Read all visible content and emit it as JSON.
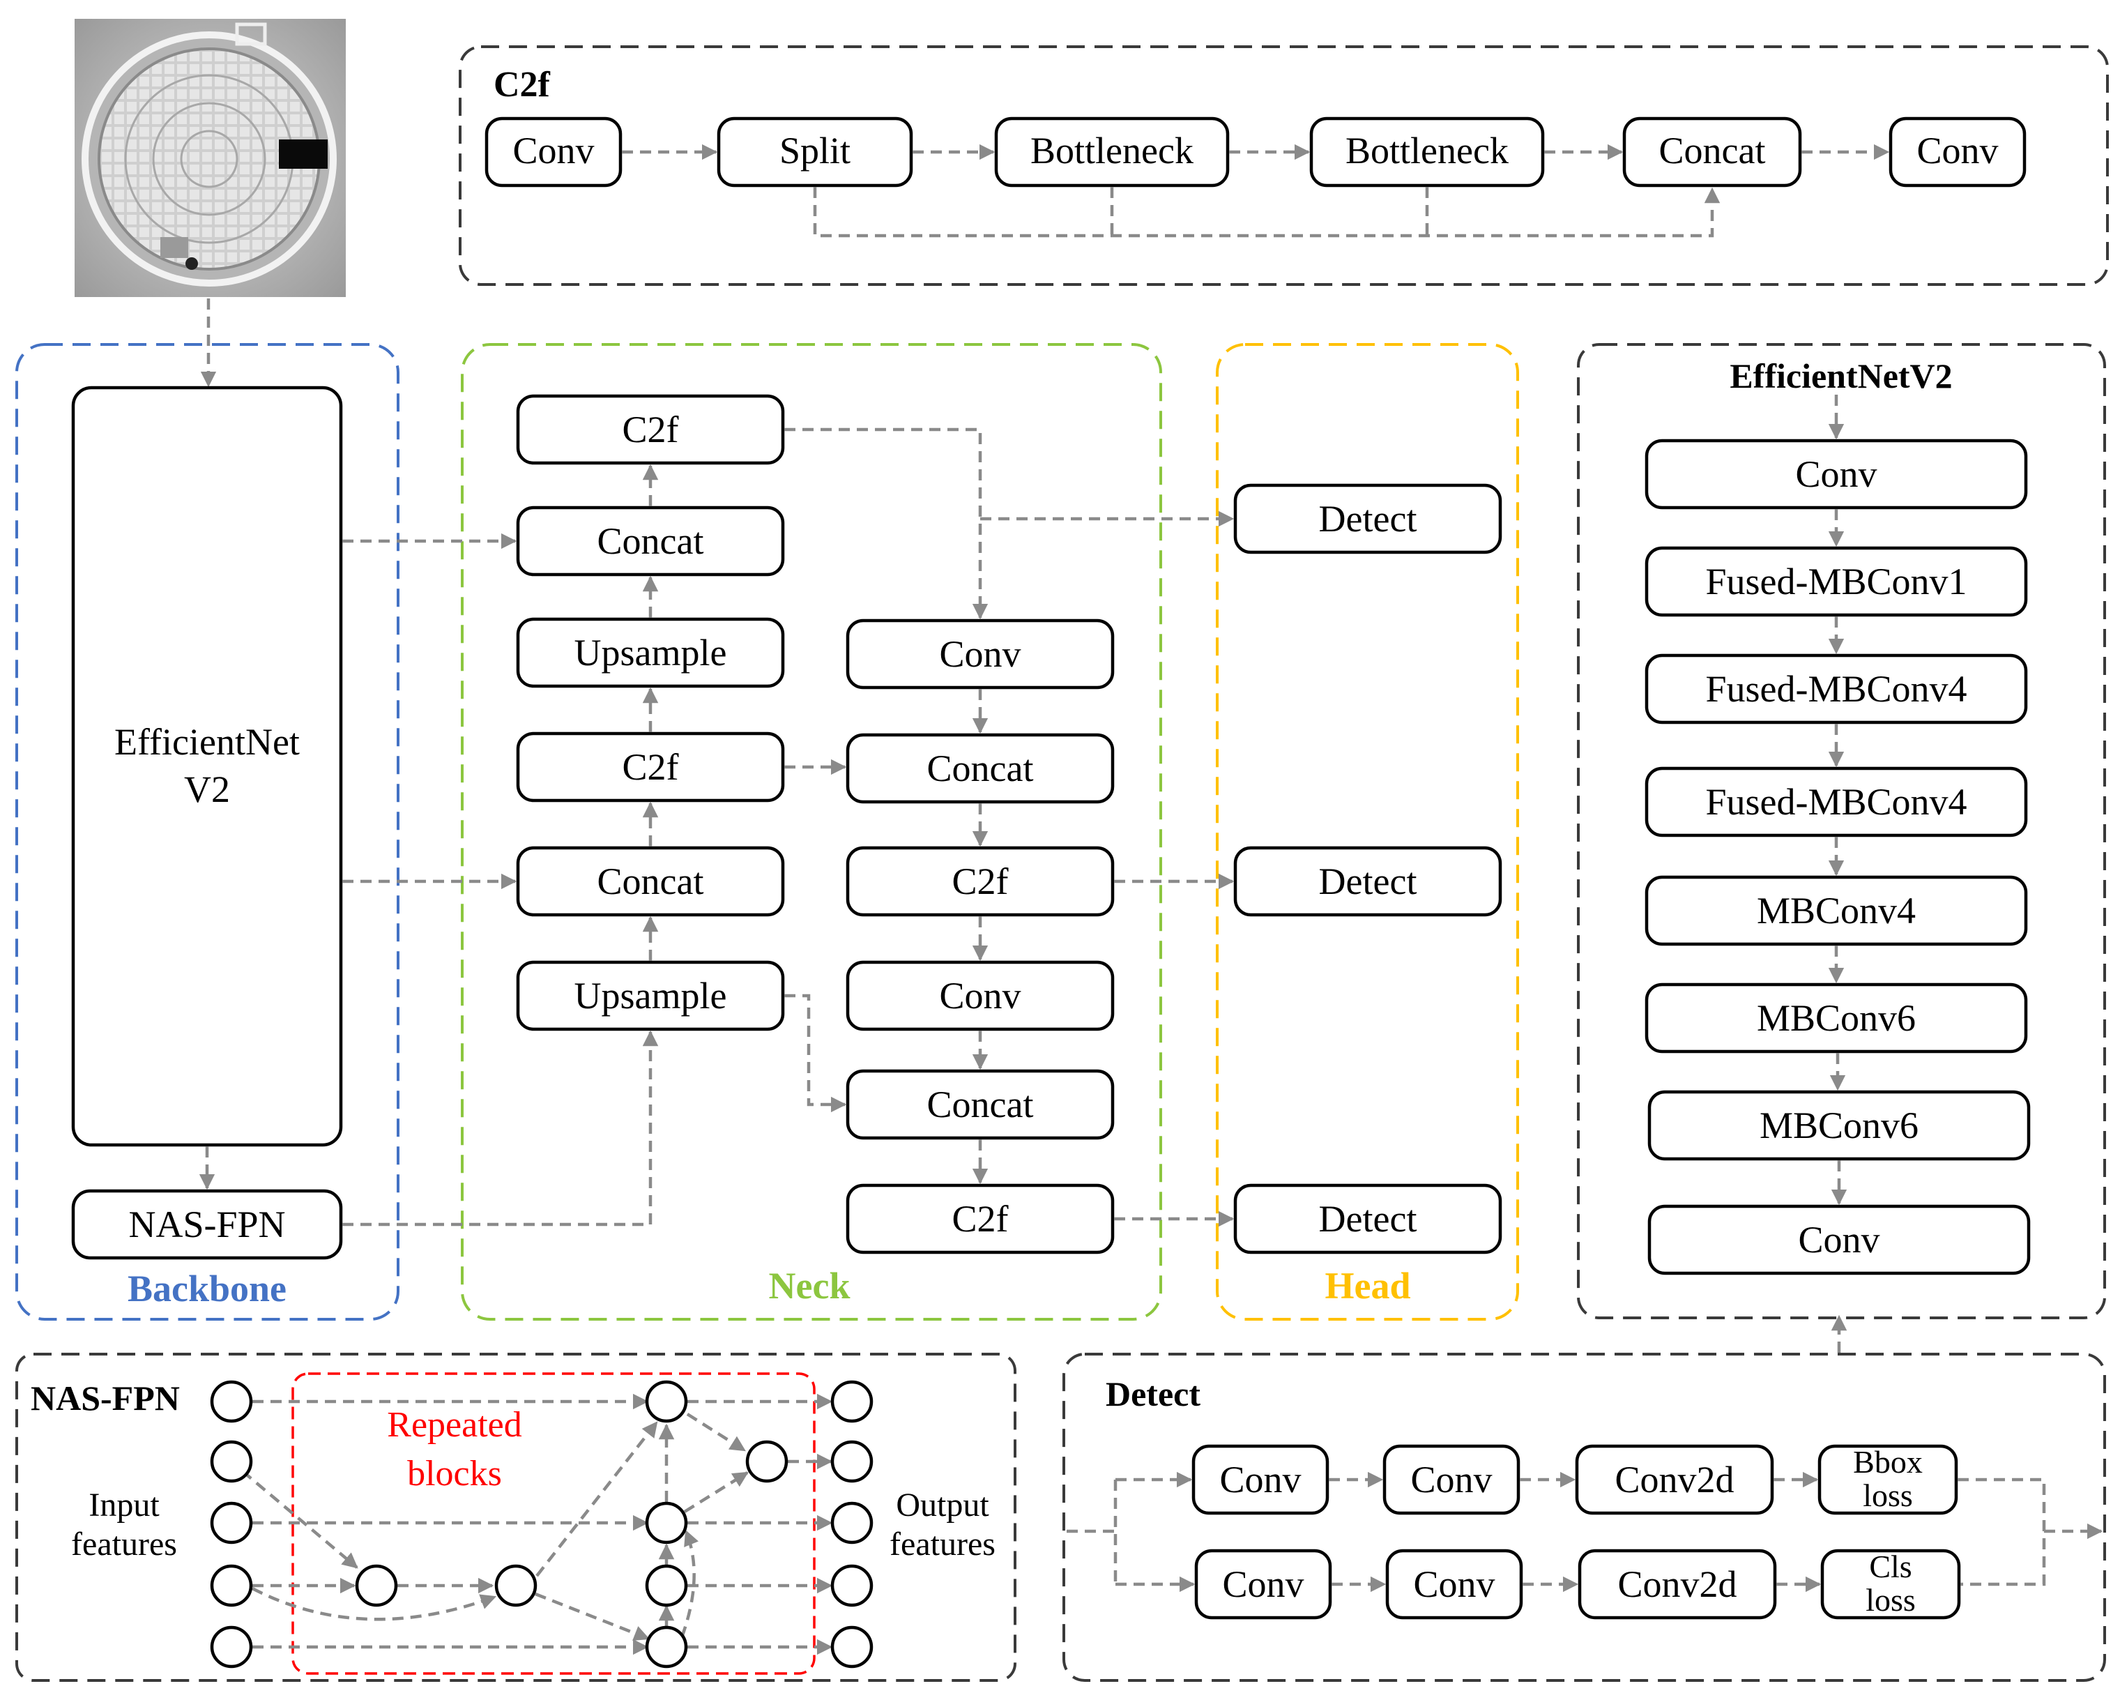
{
  "c2f": {
    "title": "C2f",
    "nodes": [
      "Conv",
      "Split",
      "Bottleneck",
      "Bottleneck",
      "Concat",
      "Conv"
    ]
  },
  "backbone": {
    "label": "Backbone",
    "efficientnet_line1": "EfficientNet",
    "efficientnet_line2": "V2",
    "nasfpn": "NAS-FPN",
    "color": "#4472c4"
  },
  "neck": {
    "label": "Neck",
    "color": "#8cc63f",
    "left": [
      "C2f",
      "Concat",
      "Upsample",
      "C2f",
      "Concat",
      "Upsample"
    ],
    "right": [
      "Conv",
      "Concat",
      "C2f",
      "Conv",
      "Concat",
      "C2f"
    ]
  },
  "head": {
    "label": "Head",
    "color": "#ffc000",
    "detect": [
      "Detect",
      "Detect",
      "Detect"
    ]
  },
  "efficientnetv2": {
    "title": "EfficientNetV2",
    "layers": [
      "Conv",
      "Fused-MBConv1",
      "Fused-MBConv4",
      "Fused-MBConv4",
      "MBConv4",
      "MBConv6",
      "MBConv6",
      "Conv"
    ]
  },
  "nas_fpn_detail": {
    "title": "NAS-FPN",
    "repeated_line1": "Repeated",
    "repeated_line2": "blocks",
    "input_line1": "Input",
    "input_line2": "features",
    "output_line1": "Output",
    "output_line2": "features",
    "repeated_color": "#ff0000"
  },
  "detect_detail": {
    "title": "Detect",
    "row1": [
      "Conv",
      "Conv",
      "Conv2d"
    ],
    "row2": [
      "Conv",
      "Conv",
      "Conv2d"
    ],
    "bbox_line1": "Bbox",
    "bbox_line2": "loss",
    "cls_line1": "Cls",
    "cls_line2": "loss"
  },
  "input_image": {
    "subject": "manhole-cover-photo"
  }
}
